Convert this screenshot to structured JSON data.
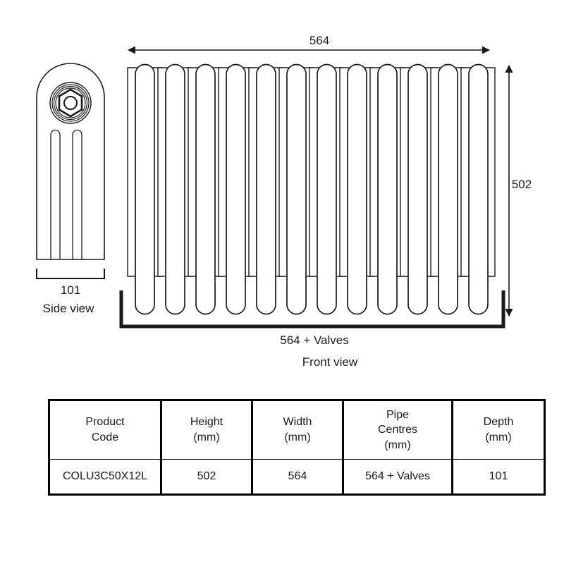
{
  "drawing": {
    "title_hidden": "",
    "side_view": {
      "label": "Side view",
      "depth_dimension": "101",
      "columns_visible": 3,
      "valve_icon": "hex-nut-icon"
    },
    "front_view": {
      "label": "Front view",
      "width_dimension": "564",
      "height_dimension": "502",
      "pipe_centres_dimension": "564 + Valves",
      "section_count": 12
    },
    "colors": {
      "line": "#1a1a1a",
      "fill": "#ffffff",
      "text": "#1a1a1a",
      "table_border": "#000000"
    }
  },
  "spec_table": {
    "headers": [
      {
        "line1": "Product",
        "line2": "Code",
        "line3": ""
      },
      {
        "line1": "Height",
        "line2": "(mm)",
        "line3": ""
      },
      {
        "line1": "Width",
        "line2": "(mm)",
        "line3": ""
      },
      {
        "line1": "Pipe",
        "line2": "Centres",
        "line3": "(mm)"
      },
      {
        "line1": "Depth",
        "line2": "(mm)",
        "line3": ""
      }
    ],
    "rows": [
      {
        "product_code": "COLU3C50X12L",
        "height": "502",
        "width": "564",
        "pipe_centres": "564 + Valves",
        "depth": "101"
      }
    ]
  }
}
